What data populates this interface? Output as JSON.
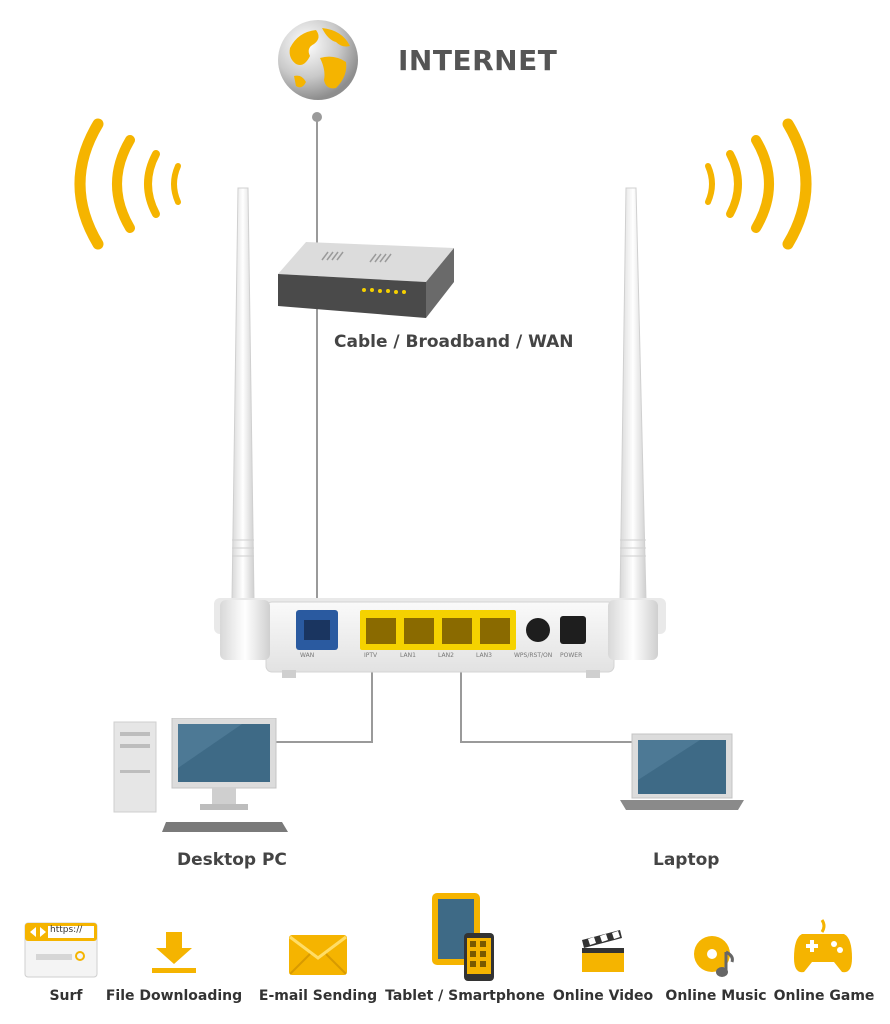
{
  "internet_label": "INTERNET",
  "modem_label": "Cable / Broadband / WAN",
  "desktop_label": "Desktop PC",
  "laptop_label": "Laptop",
  "browser_url": "https://",
  "router_ports": [
    "WAN",
    "IPTV",
    "LAN1",
    "LAN2",
    "LAN3",
    "WPS/RST/ON",
    "POWER"
  ],
  "usages": [
    {
      "label": "Surf",
      "icon": "browser-icon"
    },
    {
      "label": "File Downloading",
      "icon": "download-icon"
    },
    {
      "label": "E-mail Sending",
      "icon": "mail-icon"
    },
    {
      "label": "Tablet / Smartphone",
      "icon": "tablet-icon"
    },
    {
      "label": "Online Video",
      "icon": "clapperboard-icon"
    },
    {
      "label": "Online Music",
      "icon": "music-disc-icon"
    },
    {
      "label": "Online Game",
      "icon": "gamepad-icon"
    }
  ],
  "colors": {
    "accent": "#f5b400",
    "wire": "#9a9a9a",
    "screen": "#3e6a86",
    "wan_port": "#2a5aa0"
  }
}
